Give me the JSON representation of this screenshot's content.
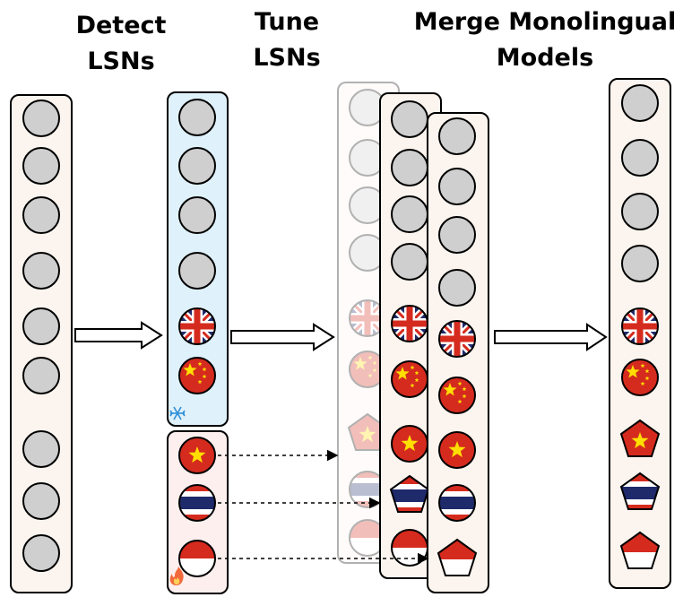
{
  "stages": [
    {
      "line1": "Detect",
      "line2": "LSNs"
    },
    {
      "line1": "Tune",
      "line2": "LSNs"
    },
    {
      "line1": "Merge Monolingual",
      "line2": "Models"
    }
  ],
  "columns": [
    {
      "id": "original",
      "nodes": [
        "neuron",
        "neuron",
        "neuron",
        "neuron",
        "neuron",
        "neuron",
        "neuron",
        "neuron",
        "neuron"
      ]
    },
    {
      "id": "frozen-shared",
      "nodes": [
        "neuron",
        "neuron",
        "neuron",
        "neuron",
        "uk-flag",
        "china-flag"
      ],
      "marker": "snowflake-icon"
    },
    {
      "id": "tunable-lsn",
      "nodes": [
        "vietnam-flag",
        "thailand-flag",
        "indonesia-flag"
      ],
      "marker": "flame-icon"
    },
    {
      "id": "monolingual-model-vi",
      "nodes": [
        "neuron",
        "neuron",
        "neuron",
        "neuron",
        "uk-flag",
        "china-flag",
        "vietnam-flag",
        "thailand-flag",
        "indonesia-flag"
      ]
    },
    {
      "id": "monolingual-model-th",
      "nodes": [
        "neuron",
        "neuron",
        "neuron",
        "neuron",
        "uk-flag",
        "china-flag",
        "vietnam-flag",
        "thailand-flag",
        "indonesia-flag"
      ]
    },
    {
      "id": "monolingual-model-id",
      "nodes": [
        "neuron",
        "neuron",
        "neuron",
        "neuron",
        "uk-flag",
        "china-flag",
        "vietnam-flag",
        "thailand-flag",
        "indonesia-flag"
      ]
    },
    {
      "id": "merged-model",
      "nodes": [
        "neuron",
        "neuron",
        "neuron",
        "neuron",
        "uk-flag",
        "china-flag",
        "vietnam-flag",
        "thailand-flag",
        "indonesia-flag"
      ]
    }
  ],
  "colors": {
    "neuron_fill": "#cfcfcf",
    "column_fill": "#fcf5ef",
    "frozen_fill": "#dff1fb",
    "tunable_fill": "#fcefee",
    "flag_red": "#d52b1e",
    "flag_blue": "#1f2a6b",
    "flag_yellow": "#ffde00"
  }
}
